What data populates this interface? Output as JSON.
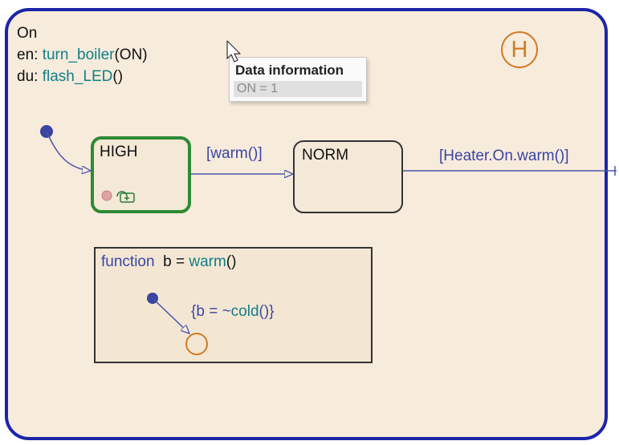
{
  "outer_state": {
    "name": "On",
    "entry_prefix": "en: ",
    "entry_fn": "turn_boiler",
    "entry_arg": "(ON)",
    "during_prefix": "du: ",
    "during_fn": "flash_LED",
    "during_arg": "()"
  },
  "history_junction": {
    "label": "H"
  },
  "states": {
    "high": {
      "name": "HIGH"
    },
    "norm": {
      "name": "NORM"
    }
  },
  "transitions": {
    "high_to_norm": "[warm()]",
    "norm_exit": "[Heater.On.warm()]"
  },
  "function_box": {
    "keyword": "function",
    "signature_prefix": "b = ",
    "function_name": "warm",
    "signature_suffix": "()",
    "action_open": "{b = ~",
    "action_fn": "cold",
    "action_close": "()}"
  },
  "tooltip": {
    "title": "Data information",
    "value": "ON = 1"
  },
  "colors": {
    "state_border": "#1c24a8",
    "active_state_border": "#2e8a35",
    "history_color": "#d07b24",
    "function_name": "#0f7f87",
    "transition_label": "#3a45a3",
    "background": "#f7ebdc"
  },
  "icons": [
    "history-junction-icon",
    "breakpoint-icon",
    "subchart-icon",
    "mouse-cursor-icon"
  ]
}
